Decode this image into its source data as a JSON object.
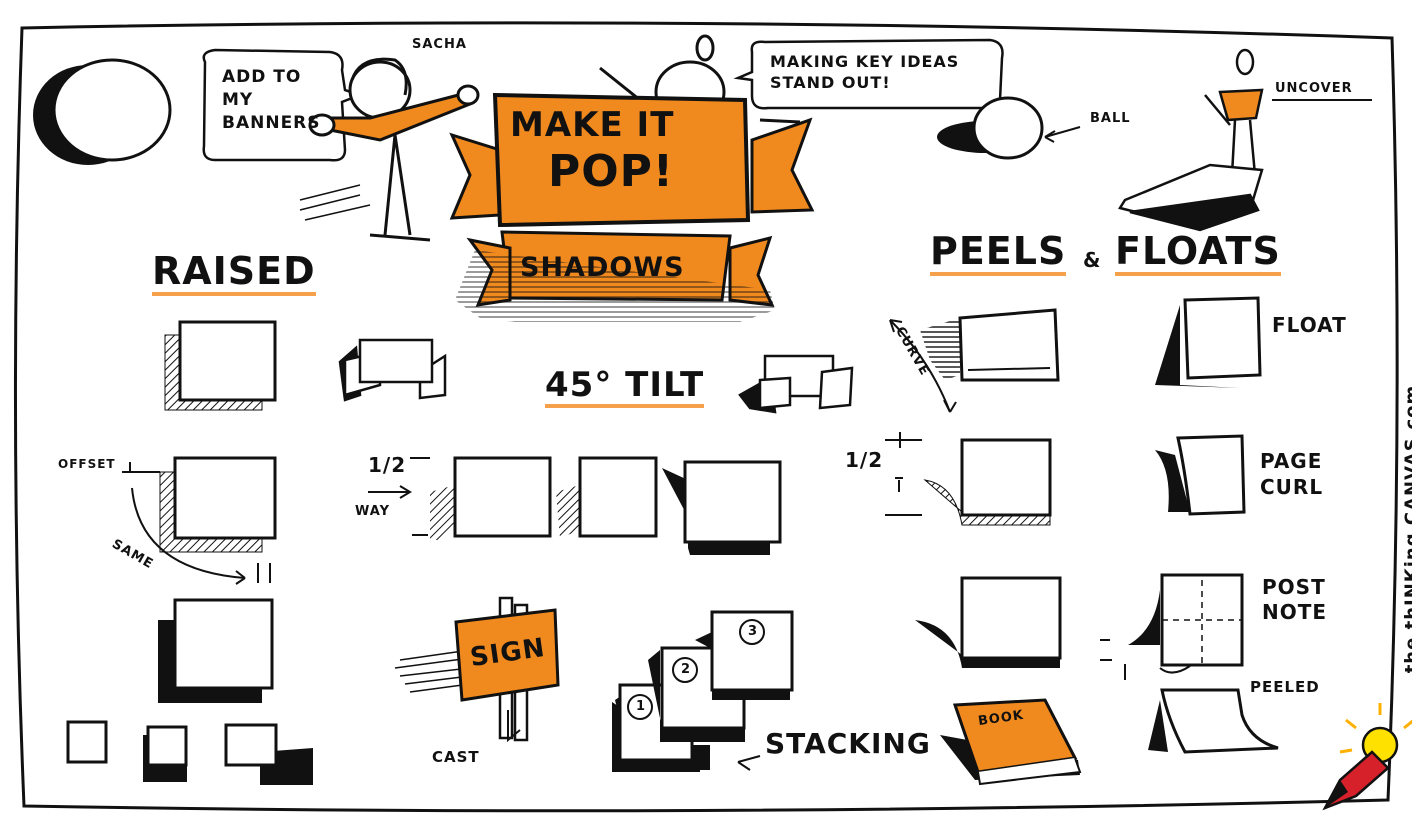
{
  "colors": {
    "accent": "#f0891e",
    "ink": "#111111",
    "highlight": "#f5a04a",
    "paper": "#ffffff",
    "pencil_red": "#d6202a",
    "bulb": "#ffe100"
  },
  "banner": {
    "line1": "MAKE IT",
    "line2": "POP!",
    "ribbon": "SHADOWS"
  },
  "speech": {
    "banners": "ADD TO\nMY\nBANNERS",
    "key_ideas": "MAKING KEY IDEAS\nSTAND OUT!"
  },
  "labels": {
    "sacha": "SACHA",
    "ball": "BALL",
    "uncover": "UNCOVER",
    "raised": "RAISED",
    "peels": "PEELS",
    "amp": "&",
    "floats": "FLOATS",
    "tilt": "45° TILT",
    "offset": "OFFSET",
    "same": "SAME",
    "half_way": "1/2",
    "way": "WAY",
    "curve": "CURVE",
    "half": "1/2",
    "float": "FLOAT",
    "page_curl": "PAGE\nCURL",
    "post_note": "POST\nNOTE",
    "peeled": "PEELED",
    "sign": "SIGN",
    "cast": "CAST",
    "stacking": "STACKING",
    "book": "BOOK",
    "stack_1": "1",
    "stack_2": "2",
    "stack_3": "3",
    "credit": "the thINKing CANVAS.com"
  },
  "icons": [
    "shadow-circle-icon",
    "person-sacha-icon",
    "ball-icon",
    "lightbulb-icon",
    "pencil-icon",
    "arrow-icon"
  ]
}
